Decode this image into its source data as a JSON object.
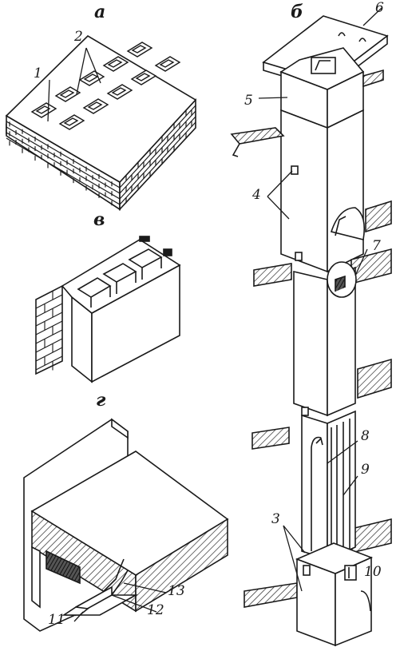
{
  "panels": {
    "a": "а",
    "b": "б",
    "v": "в",
    "g": "г"
  },
  "callouts": [
    "1",
    "2",
    "3",
    "4",
    "5",
    "6",
    "7",
    "8",
    "9",
    "10",
    "11",
    "12",
    "13"
  ],
  "colors": {
    "ink": "#1a1a1a",
    "paper": "#ffffff",
    "hatch": "#2a2a2a",
    "shade": "#3a3a3a"
  }
}
